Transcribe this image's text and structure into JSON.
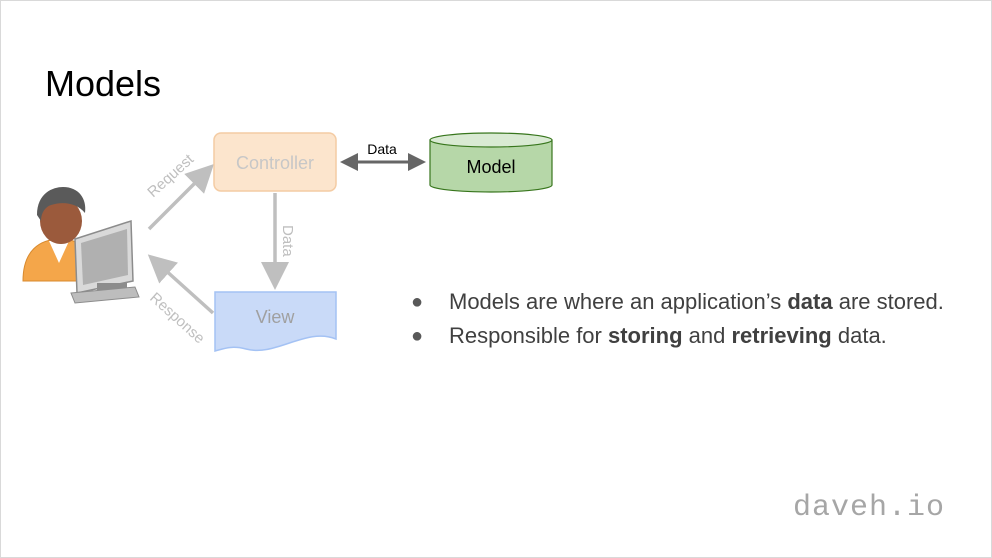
{
  "slide": {
    "title": "Models",
    "brand": "daveh.io"
  },
  "diagram": {
    "nodes": {
      "controller": "Controller",
      "model": "Model",
      "view": "View"
    },
    "edges": {
      "request": "Request",
      "response": "Response",
      "controller_view": "Data",
      "controller_model": "Data"
    },
    "colors": {
      "controller_fill": "#fce5cd",
      "model_fill": "#b6d7a8",
      "view_fill": "#c9daf8",
      "faded_arrow": "#bfbfbf",
      "active_arrow": "#666666"
    },
    "icons": {
      "user": "user-at-computer-icon"
    }
  },
  "bullets": [
    {
      "parts": [
        {
          "text": "Models are where an application’s ",
          "bold": false
        },
        {
          "text": "data",
          "bold": true
        },
        {
          "text": " are stored.",
          "bold": false
        }
      ]
    },
    {
      "parts": [
        {
          "text": "Responsible for ",
          "bold": false
        },
        {
          "text": "storing",
          "bold": true
        },
        {
          "text": " and ",
          "bold": false
        },
        {
          "text": "retrieving",
          "bold": true
        },
        {
          "text": " data.",
          "bold": false
        }
      ]
    }
  ]
}
